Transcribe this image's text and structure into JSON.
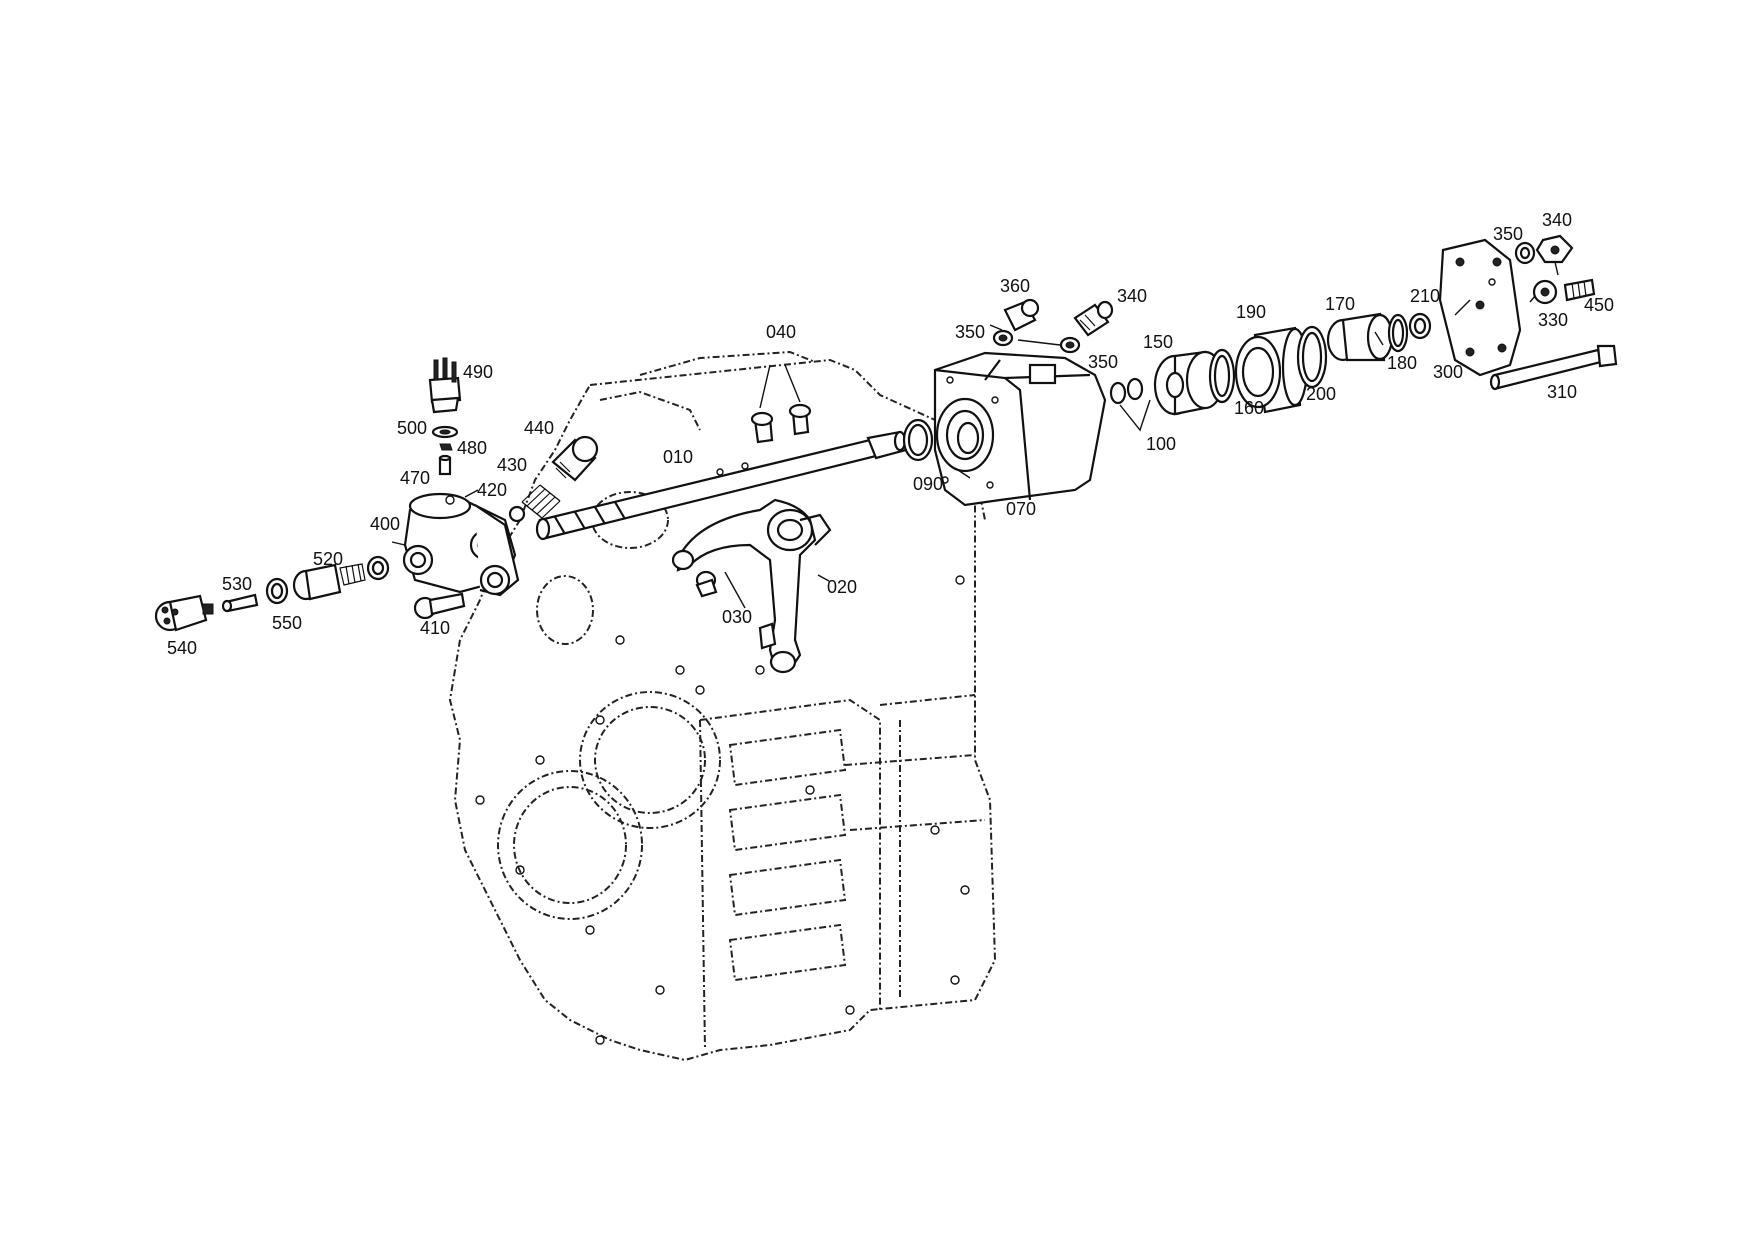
{
  "callouts": {
    "p010": "010",
    "p020": "020",
    "p030": "030",
    "p040": "040",
    "p070": "070",
    "p090": "090",
    "p100": "100",
    "p150": "150",
    "p160": "160",
    "p170": "170",
    "p180": "180",
    "p190": "190",
    "p200": "200",
    "p210": "210",
    "p300": "300",
    "p310": "310",
    "p330": "330",
    "p340a": "340",
    "p340b": "340",
    "p350a": "350",
    "p350b": "350",
    "p350c": "350",
    "p360": "360",
    "p400": "400",
    "p410": "410",
    "p420": "420",
    "p430": "430",
    "p440": "440",
    "p450": "450",
    "p470": "470",
    "p480": "480",
    "p490": "490",
    "p500": "500",
    "p520": "520",
    "p530": "530",
    "p540": "540",
    "p550": "550"
  }
}
